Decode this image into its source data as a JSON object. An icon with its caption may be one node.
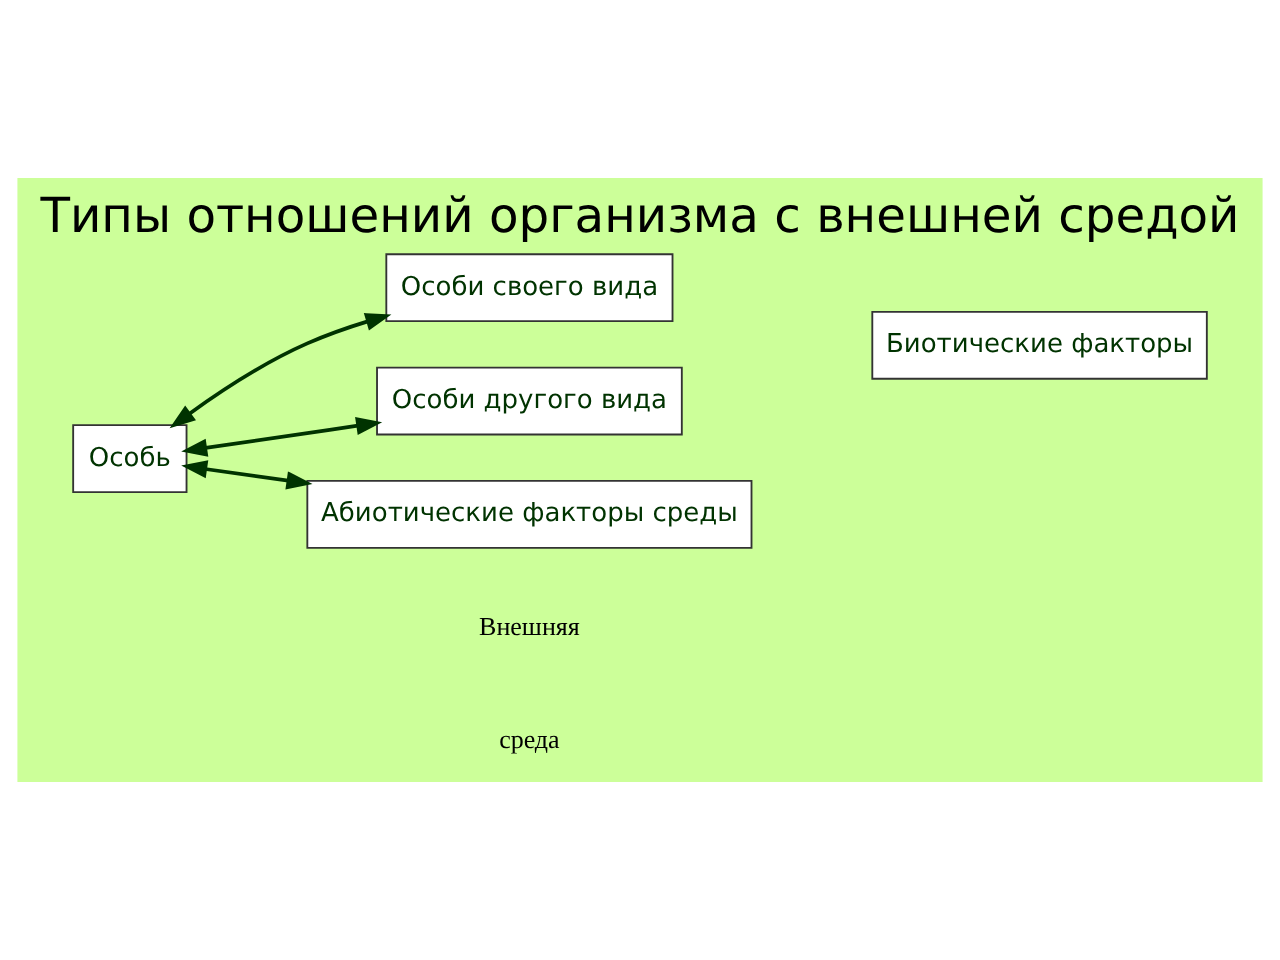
{
  "diagram": {
    "title": "Типы отношений организма с внешней средой",
    "nodes": [
      {
        "text": [
          "Особь"
        ]
      },
      {
        "text": [
          "Особи своего вида"
        ]
      },
      {
        "text": [
          "Особи другого вида"
        ]
      },
      {
        "text": [
          "Абиотические факторы среды"
        ]
      },
      {
        "text": [
          "Биотические факторы"
        ]
      }
    ],
    "edges": [
      {
        "from": 0,
        "to": 1,
        "arrow": "both"
      },
      {
        "from": 0,
        "to": 2,
        "arrow": "both"
      },
      {
        "from": 0,
        "to": 3,
        "arrow": "both"
      }
    ],
    "labels": [
      "Внешняя",
      "среда"
    ]
  }
}
